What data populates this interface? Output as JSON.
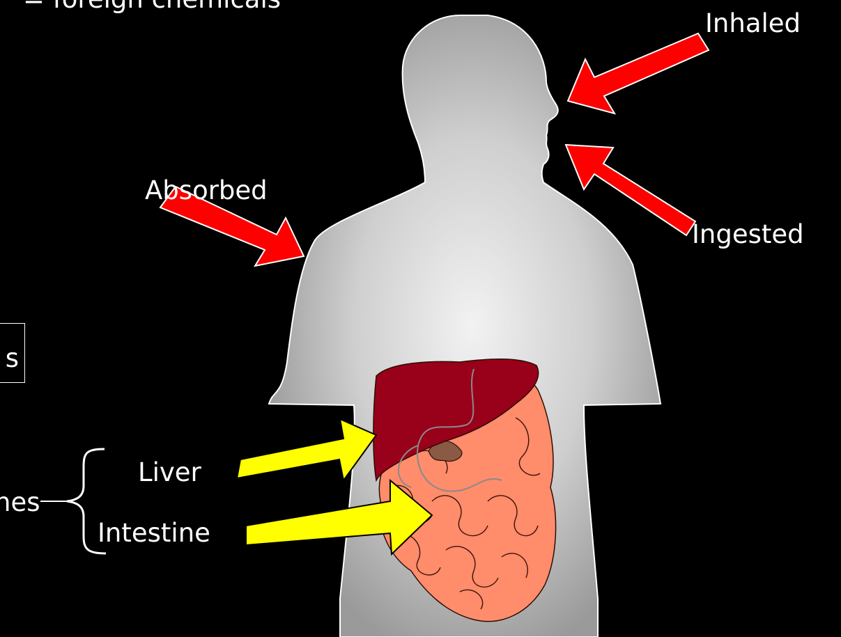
{
  "labels": {
    "top_cut": "= foreign chemicals",
    "inhaled": "Inhaled",
    "ingested": "Ingested",
    "absorbed": "Absorbed",
    "boxed_cut": "s",
    "left_cut": "nes",
    "liver": "Liver",
    "intestine": "Intestine"
  },
  "colors": {
    "background": "#000000",
    "red_arrow": "#ff0000",
    "yellow_arrow": "#ffff00",
    "liver": "#99001a",
    "intestine": "#ff8c6b",
    "body": "#bdbdbd"
  }
}
